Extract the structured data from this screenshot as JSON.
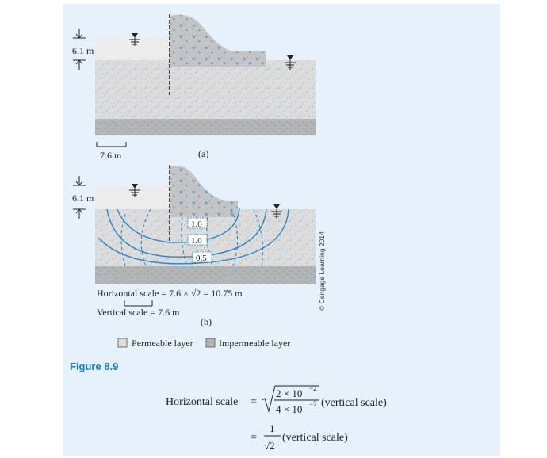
{
  "figure_label": "Figure 8.9",
  "copyright": "© Cengage Learning 2014",
  "diagram_a": {
    "height_label": "6.1 m",
    "width_label": "7.6 m",
    "caption": "(a)"
  },
  "diagram_b": {
    "height_label": "6.1 m",
    "contour_labels": [
      "1.0",
      "1.0",
      "0.5"
    ],
    "horizontal_scale": "Horizontal scale = 7.6 × √2 = 10.75 m",
    "vertical_scale": "Vertical scale = 7.6 m",
    "caption": "(b)"
  },
  "legend": {
    "permeable": "Permeable layer",
    "impermeable": "Impermeable layer"
  },
  "equation": {
    "lhs": "Horizontal scale",
    "eq": "=",
    "numerator": "2 × 10",
    "numerator_exp": "−2",
    "denominator": "4 × 10",
    "denominator_exp": "−2",
    "suffix": "(vertical scale)",
    "frac2_num": "1",
    "frac2_den": "√2",
    "suffix2": "(vertical scale)"
  },
  "colors": {
    "panel": "#e6f1fb",
    "soil": "#dcdcdc",
    "impermeable": "#b7b7b7",
    "water": "#ececec",
    "flow": "#2e86c1",
    "label_blue": "#1a7fc1"
  }
}
